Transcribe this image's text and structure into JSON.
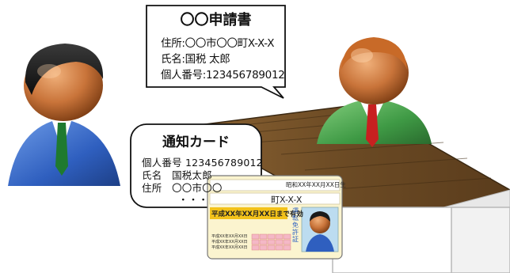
{
  "application_form": {
    "title": "〇〇申請書",
    "lines": [
      "住所:〇〇市〇〇町X-X-X",
      "氏名:国税 太郎",
      "個人番号:123456789012"
    ]
  },
  "notification_card": {
    "title": "通知カード",
    "lines": [
      "個人番号 123456789012",
      "氏名　国税太郎",
      "住所　〇〇市〇〇",
      "・・・"
    ]
  },
  "license": {
    "birth": "昭和XX年XX月XX日生",
    "address": "町X-X-X",
    "valid_until": "平成XX年XX月XX日まで有効",
    "side_label": "運転免許証",
    "history": [
      "平成XX年XX月XX日",
      "平成XX年XX月XX日",
      "平成XX年XX月XX日"
    ]
  },
  "colors": {
    "suit": "#2f5fbf",
    "uniform": "#3f9a45",
    "counter_wood": "#6b4a24",
    "license_band": "#f3c21a"
  }
}
